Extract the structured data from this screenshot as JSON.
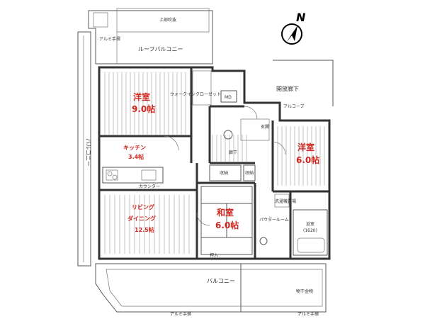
{
  "rooms": {
    "western_north": {
      "name": "洋室",
      "size": "9.0帖"
    },
    "western_east": {
      "name": "洋室",
      "size": "6.0帖"
    },
    "kitchen": {
      "name": "キッチン",
      "size": "3.4帖"
    },
    "living": {
      "line1": "リビング",
      "line2": "ダイニング",
      "size": "12.5帖"
    },
    "japanese": {
      "name": "和室",
      "size": "6.0帖"
    }
  },
  "labels": {
    "roof_balcony": "ルーフバルコニー",
    "balcony_west": "バルコニー",
    "balcony_south": "バルコニー",
    "open_corridor": "開放廊下",
    "alcove": "アルコーブ",
    "entrance": "玄関",
    "hallway": "廊下",
    "storage": "収納",
    "powder_room": "パウダールーム",
    "bath": "浴室",
    "bath_size": "(1620)",
    "washer": "洗濯機置場",
    "counter": "カウンター",
    "md": "MD",
    "rail_top": "アルミ手摺",
    "rail_bottom_1": "アルミ手摺",
    "rail_bottom_2": "アルミ手摺",
    "upper_skylight": "上部吹抜",
    "walk_in": "ウォークインクローゼット",
    "drying": "物干金物",
    "closet": "押入"
  },
  "compass": {
    "letter": "N"
  }
}
